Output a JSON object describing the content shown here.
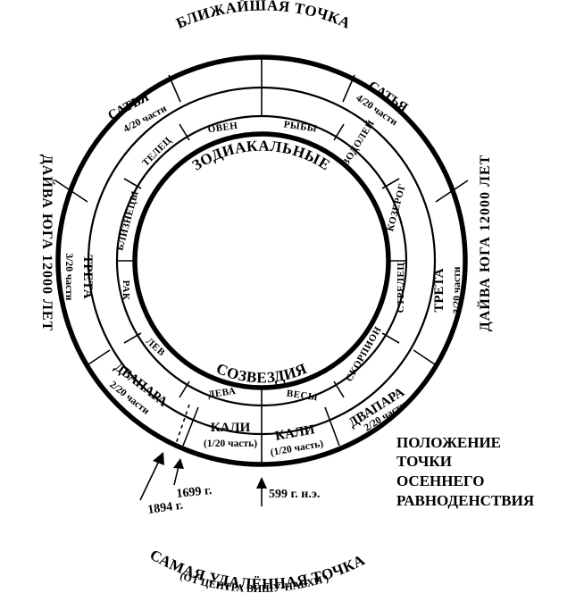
{
  "labels": {
    "nearest_point": "БЛИЖАЙШАЯ ТОЧКА",
    "daiva_left": "ДАЙВА ЮГА 12000 ЛЕТ",
    "daiva_right": "ДАЙВА ЮГА 12000 ЛЕТ",
    "zodiac_top": "ЗОДИАКАЛЬНЫЕ",
    "zodiac_bottom": "СОЗВЕЗДИЯ",
    "farthest_point": "САМАЯ УДАЛЁННАЯ ТОЧКА",
    "farthest_point_sub": "(ОТ ЦЕНТРА ВИШУ-НАБХИ )",
    "equinox_line1": "ПОЛОЖЕНИЕ",
    "equinox_line2": "ТОЧКИ",
    "equinox_line3": "ОСЕННЕГО",
    "equinox_line4": "РАВНОДЕНСТВИЯ"
  },
  "years": {
    "y1894": "1894 г.",
    "y1699": "1699 г.",
    "y599": "599 г. н.э."
  },
  "yugas": {
    "satya_left": {
      "name": "САТЬЯ",
      "fraction": "4/20 части"
    },
    "satya_right": {
      "name": "САТЬЯ",
      "fraction": "4/20 части"
    },
    "treta_left": {
      "name": "ТРЕТА",
      "fraction": "3/20 части"
    },
    "treta_right": {
      "name": "ТРЕТА",
      "fraction": "3/20 части"
    },
    "dvapara_left": {
      "name": "ДВАПАРА",
      "fraction": "2/20 части"
    },
    "dvapara_right": {
      "name": "ДВАПАРА",
      "fraction": "2/20 части"
    },
    "kali_left": {
      "name": "КАЛИ",
      "fraction": "(1/20 часть)"
    },
    "kali_right": {
      "name": "КАЛИ",
      "fraction": "(1/20 часть)"
    }
  },
  "signs": {
    "oven": "ОВЕН",
    "taurus": "ТЕЛЕЦ",
    "gemini": "БЛИЗНЕЦЫ",
    "cancer": "РАК",
    "leo": "ЛЕВ",
    "virgo": "ДЕВА",
    "libra": "ВЕСЫ",
    "scorpio": "СКОРПИОН",
    "sagittarius": "СТРЕЛЕЦ",
    "capricorn": "КОЗЕРОГ",
    "aquarius": "ВОДОЛЕЙ",
    "pisces": "РЫБЫ"
  }
}
